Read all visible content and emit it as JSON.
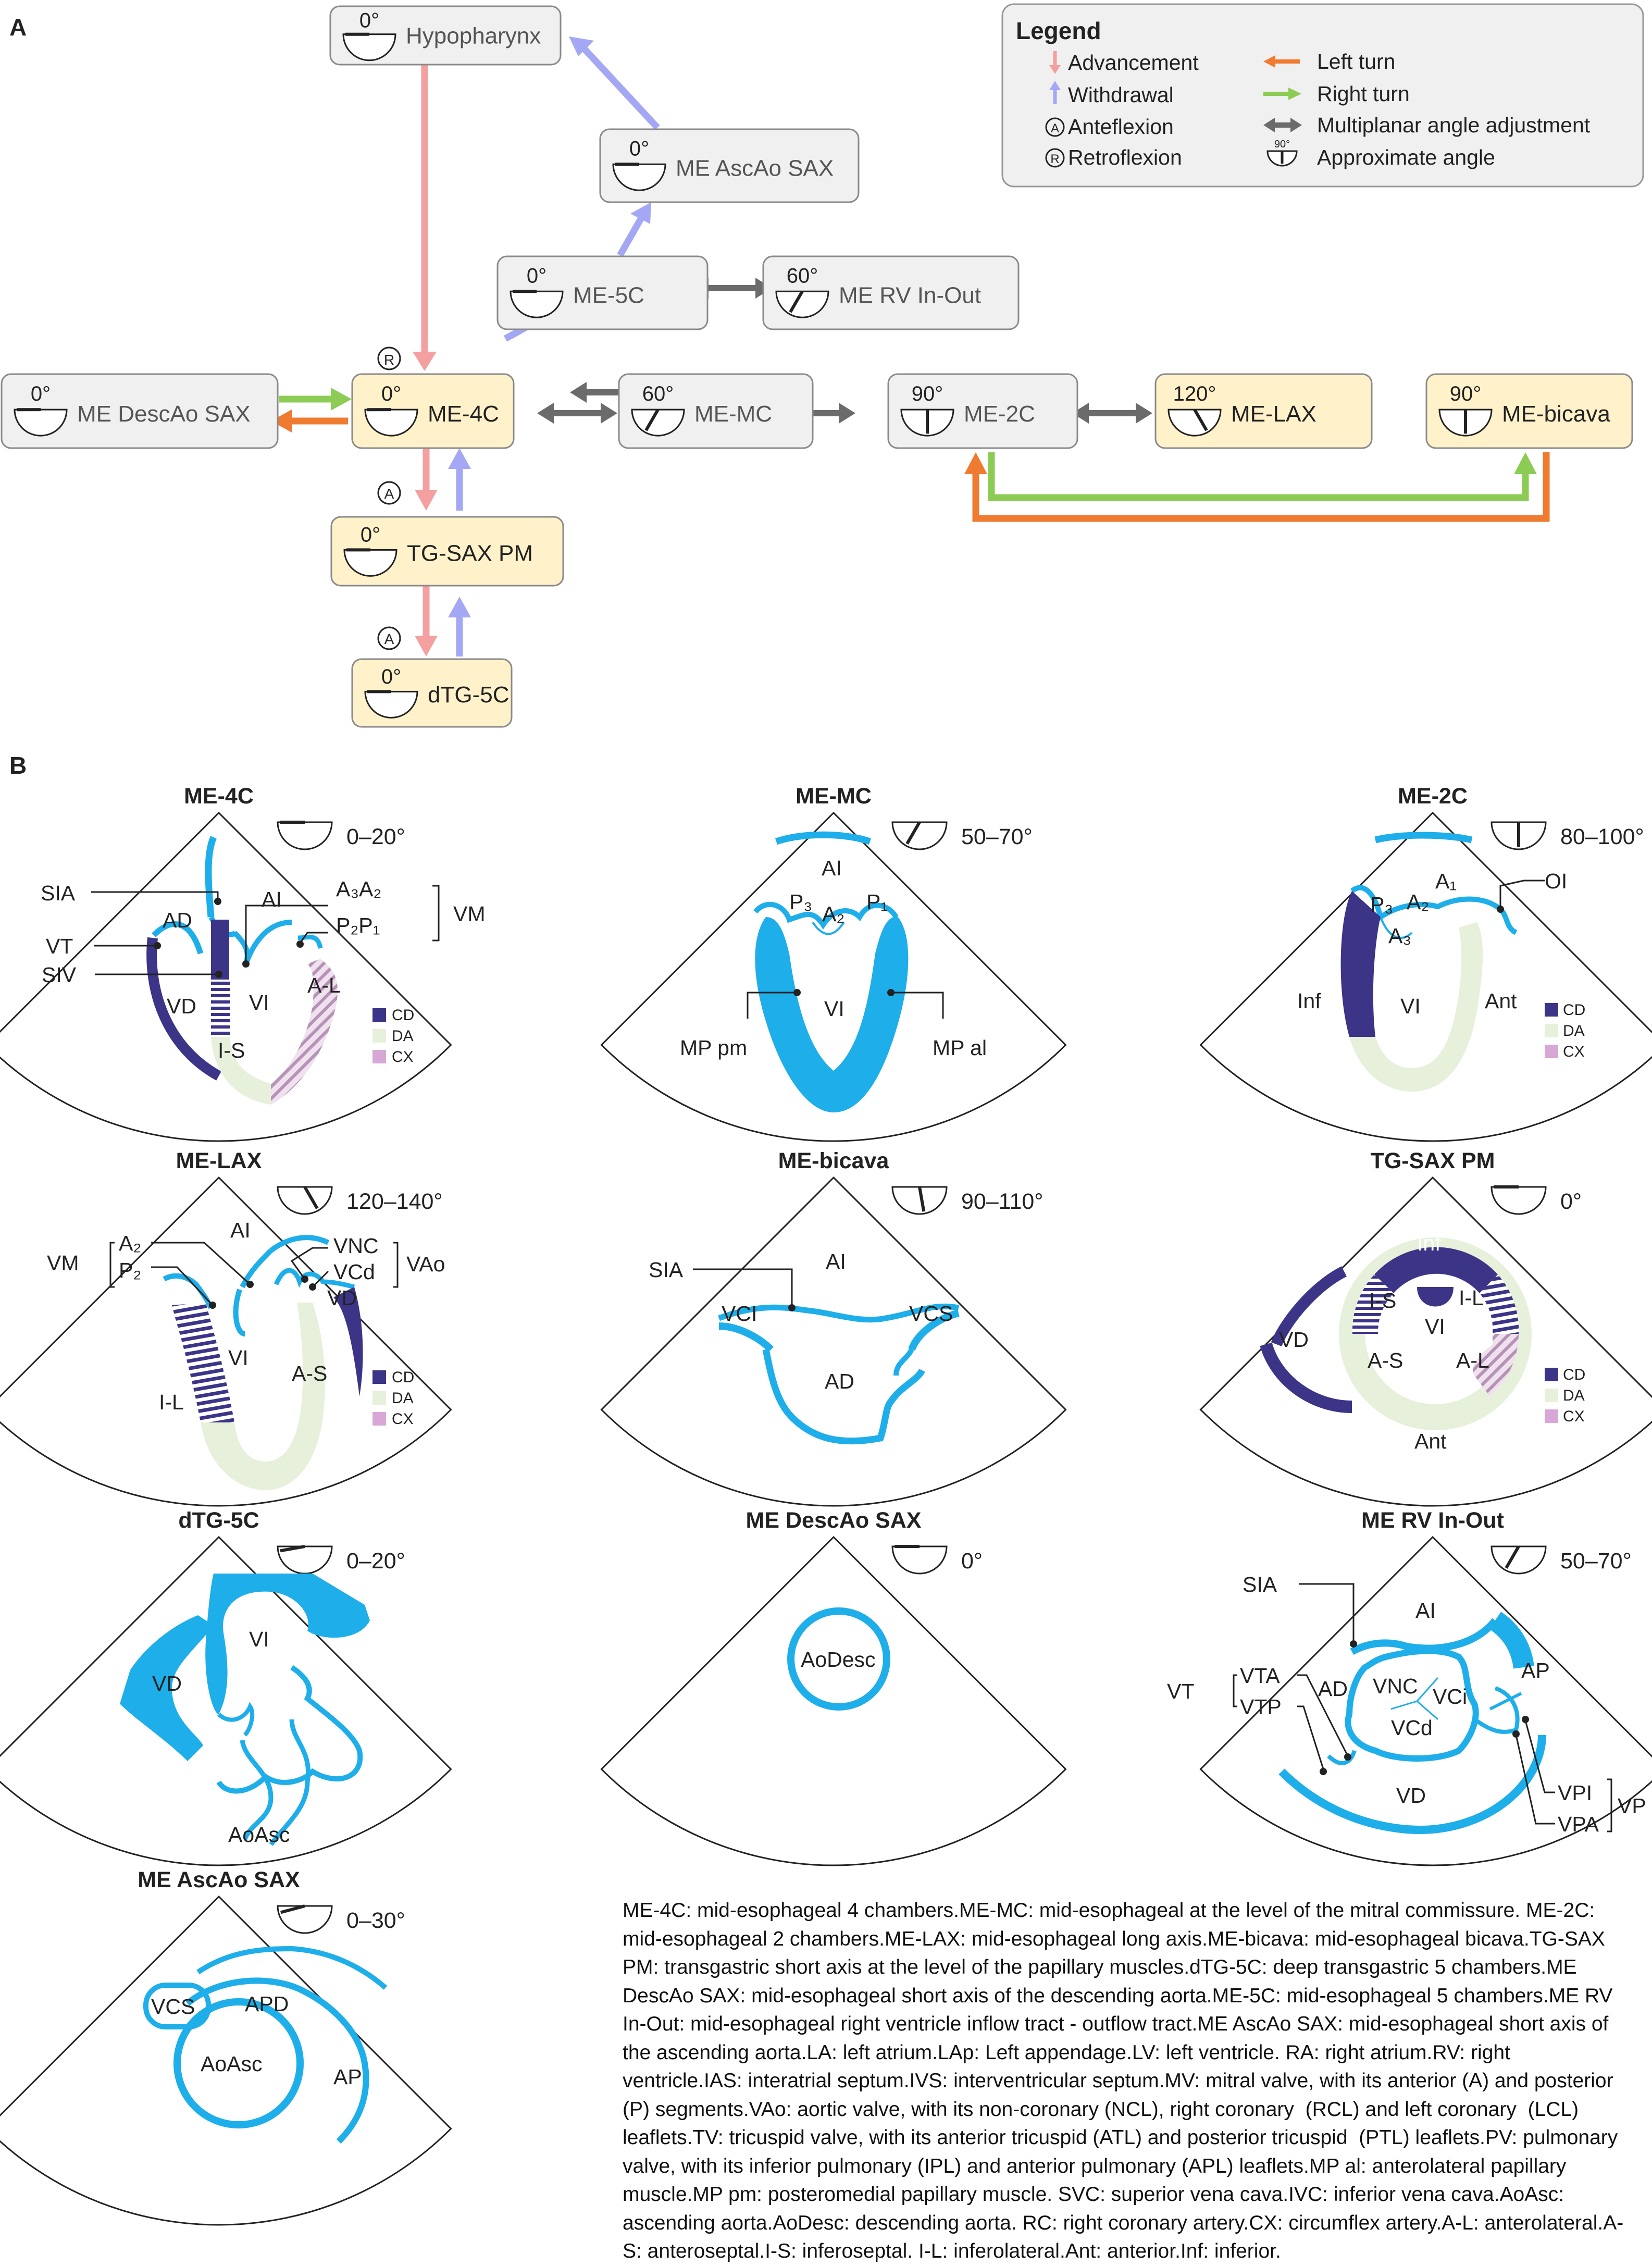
{
  "panels": {
    "a": "A",
    "b": "B"
  },
  "colors": {
    "advancement": "#f4a0a0",
    "withdrawal": "#a4a8f4",
    "left_turn": "#ef7b30",
    "right_turn": "#8ccc55",
    "angle_adjust": "#6b6b6b",
    "node_gray_fill": "#f0f0f0",
    "node_gray_text": "#555555",
    "node_yellow_fill": "#fff1c9",
    "structure_blue": "#1eaeea",
    "cd_purple": "#3c3487",
    "da_green": "#e7f0da",
    "cx_pink": "#d7a8d6"
  },
  "legend": {
    "title": "Legend",
    "advancement": "Advancement",
    "withdrawal": "Withdrawal",
    "anteflexion": "Anteflexion",
    "retroflexion": "Retroflexion",
    "left_turn": "Left turn",
    "right_turn": "Right turn",
    "multiplanar": "Multiplanar angle adjustment",
    "approx_angle": "Approximate angle",
    "angle_example": "90°",
    "a_symbol": "A",
    "r_symbol": "R"
  },
  "nodes": {
    "hypo": {
      "angle": "0°",
      "label": "Hypopharynx"
    },
    "ascao": {
      "angle": "0°",
      "label": "ME AscAo SAX"
    },
    "me5c": {
      "angle": "0°",
      "label": "ME-5C"
    },
    "rvio": {
      "angle": "60°",
      "label": "ME RV In-Out"
    },
    "desc": {
      "angle": "0°",
      "label": "ME DescAo SAX"
    },
    "me4c": {
      "angle": "0°",
      "label": "ME-4C"
    },
    "memc": {
      "angle": "60°",
      "label": "ME-MC"
    },
    "me2c": {
      "angle": "90°",
      "label": "ME-2C"
    },
    "melax": {
      "angle": "120°",
      "label": "ME-LAX"
    },
    "bicava": {
      "angle": "90°",
      "label": "ME-bicava"
    },
    "tgsax": {
      "angle": "0°",
      "label": "TG-SAX PM"
    },
    "dtg5c": {
      "angle": "0°",
      "label": "dTG-5C"
    }
  },
  "flex_marks": {
    "retro": "R",
    "ante1": "A",
    "ante2": "A"
  },
  "views": {
    "me4c": {
      "title": "ME-4C",
      "range": "0–20°"
    },
    "memc": {
      "title": "ME-MC",
      "range": "50–70°"
    },
    "me2c": {
      "title": "ME-2C",
      "range": "80–100°"
    },
    "melax": {
      "title": "ME-LAX",
      "range": "120–140°"
    },
    "bicava": {
      "title": "ME-bicava",
      "range": "90–110°"
    },
    "tgsax": {
      "title": "TG-SAX PM",
      "range": "0°"
    },
    "dtg": {
      "title": "dTG-5C",
      "range": "0–20°"
    },
    "desc": {
      "title": "ME DescAo SAX",
      "range": "0°"
    },
    "rvio": {
      "title": "ME RV In-Out",
      "range": "50–70°"
    },
    "asc": {
      "title": "ME AscAo SAX",
      "range": "0–30°"
    }
  },
  "key": {
    "cd": "CD",
    "da": "DA",
    "cx": "CX"
  },
  "labels": {
    "SIA": "SIA",
    "AD": "AD",
    "AI": "AI",
    "VT": "VT",
    "SIV": "SIV",
    "VD": "VD",
    "VI": "VI",
    "IS": "I-S",
    "AL": "A-L",
    "VM": "VM",
    "A3A2": "A₃A₂",
    "P2P1": "P₂P₁",
    "P3": "P₃",
    "A2": "A₂",
    "P1": "P₁",
    "MPpm": "MP pm",
    "MPal": "MP al",
    "A1": "A₁",
    "A3": "A₃",
    "OI": "OI",
    "Inf": "Inf",
    "Ant": "Ant",
    "P2": "P₂",
    "VNC": "VNC",
    "VCd": "VCd",
    "VAo": "VAo",
    "AS": "A-S",
    "IL": "I-L",
    "VCI": "VCI",
    "VCS": "VCS",
    "AoAsc": "AoAsc",
    "AoDesc": "AoDesc",
    "VTA": "VTA",
    "VTP": "VTP",
    "VCi": "VCi",
    "AP": "AP",
    "VPI": "VPI",
    "VPA": "VPA",
    "VP": "VP",
    "APD": "APD"
  },
  "abbreviations": "ME-4C: mid-esophageal 4 chambers.ME-MC: mid-esophageal at the level of the mitral commissure. ME-2C: mid-esophageal 2 chambers.ME-LAX: mid-esophageal long axis.ME-bicava: mid-esophageal bicava.TG-SAX PM: transgastric short axis at the level of the papillary muscles.dTG-5C: deep transgastric 5 chambers.ME DescAo SAX: mid-esophageal short axis of the descending aorta.ME-5C: mid-esophageal 5 chambers.ME RV In-Out: mid-esophageal right ventricle inflow tract - outflow tract.ME AscAo SAX: mid-esophageal short axis of the ascending aorta.LA: left atrium.LAp: Left appendage.LV: left ventricle. RA: right atrium.RV: right ventricle.IAS: interatrial septum.IVS: interventricular septum.MV: mitral valve, with its anterior (A) and posterior (P) segments.VAo: aortic valve, with its non-coronary (NCL), right coronary  (RCL) and left coronary  (LCL) leaflets.TV: tricuspid valve, with its anterior tricuspid (ATL) and posterior tricuspid  (PTL) leaflets.PV: pulmonary valve, with its inferior pulmonary (IPL) and anterior pulmonary (APL) leaflets.MP al: anterolateral papillary muscle.MP pm: posteromedial papillary muscle. SVC: superior vena cava.IVC: inferior vena cava.AoAsc: ascending aorta.AoDesc: descending aorta. RC: right coronary artery.CX: circumflex artery.A-L: anterolateral.A-S: anteroseptal.I-S: inferoseptal. I-L: inferolateral.Ant: anterior.Inf: inferior."
}
